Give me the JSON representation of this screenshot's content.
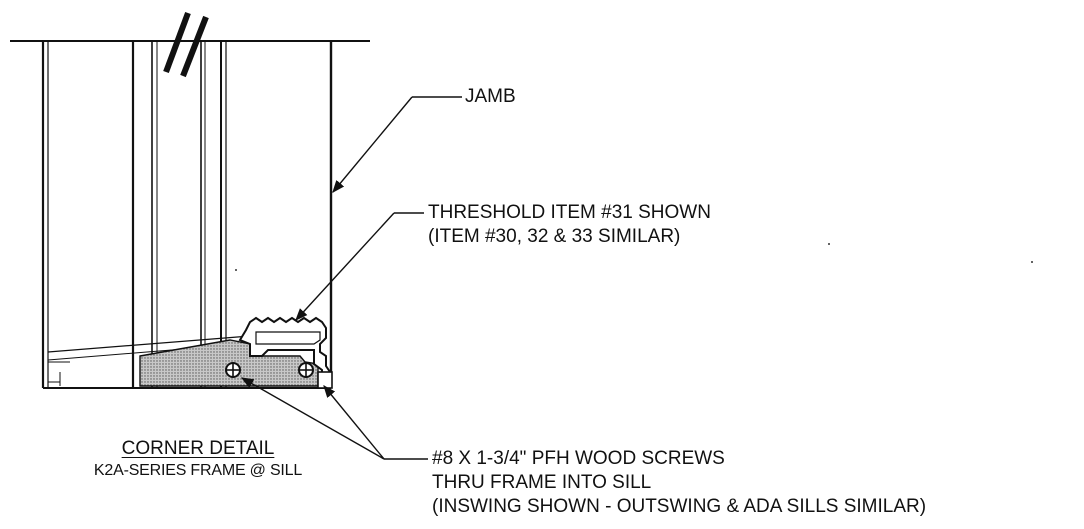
{
  "callouts": {
    "jamb": "JAMB",
    "threshold_line1": "THRESHOLD ITEM #31 SHOWN",
    "threshold_line2": "(ITEM #30, 32 & 33 SIMILAR)",
    "screws_line1": "#8 X 1-3/4\" PFH WOOD SCREWS",
    "screws_line2": "THRU FRAME INTO SILL",
    "screws_line3": "(INSWING SHOWN - OUTSWING & ADA SILLS SIMILAR)"
  },
  "title": {
    "main": "CORNER DETAIL",
    "sub": "K2A-SERIES FRAME @ SILL"
  }
}
